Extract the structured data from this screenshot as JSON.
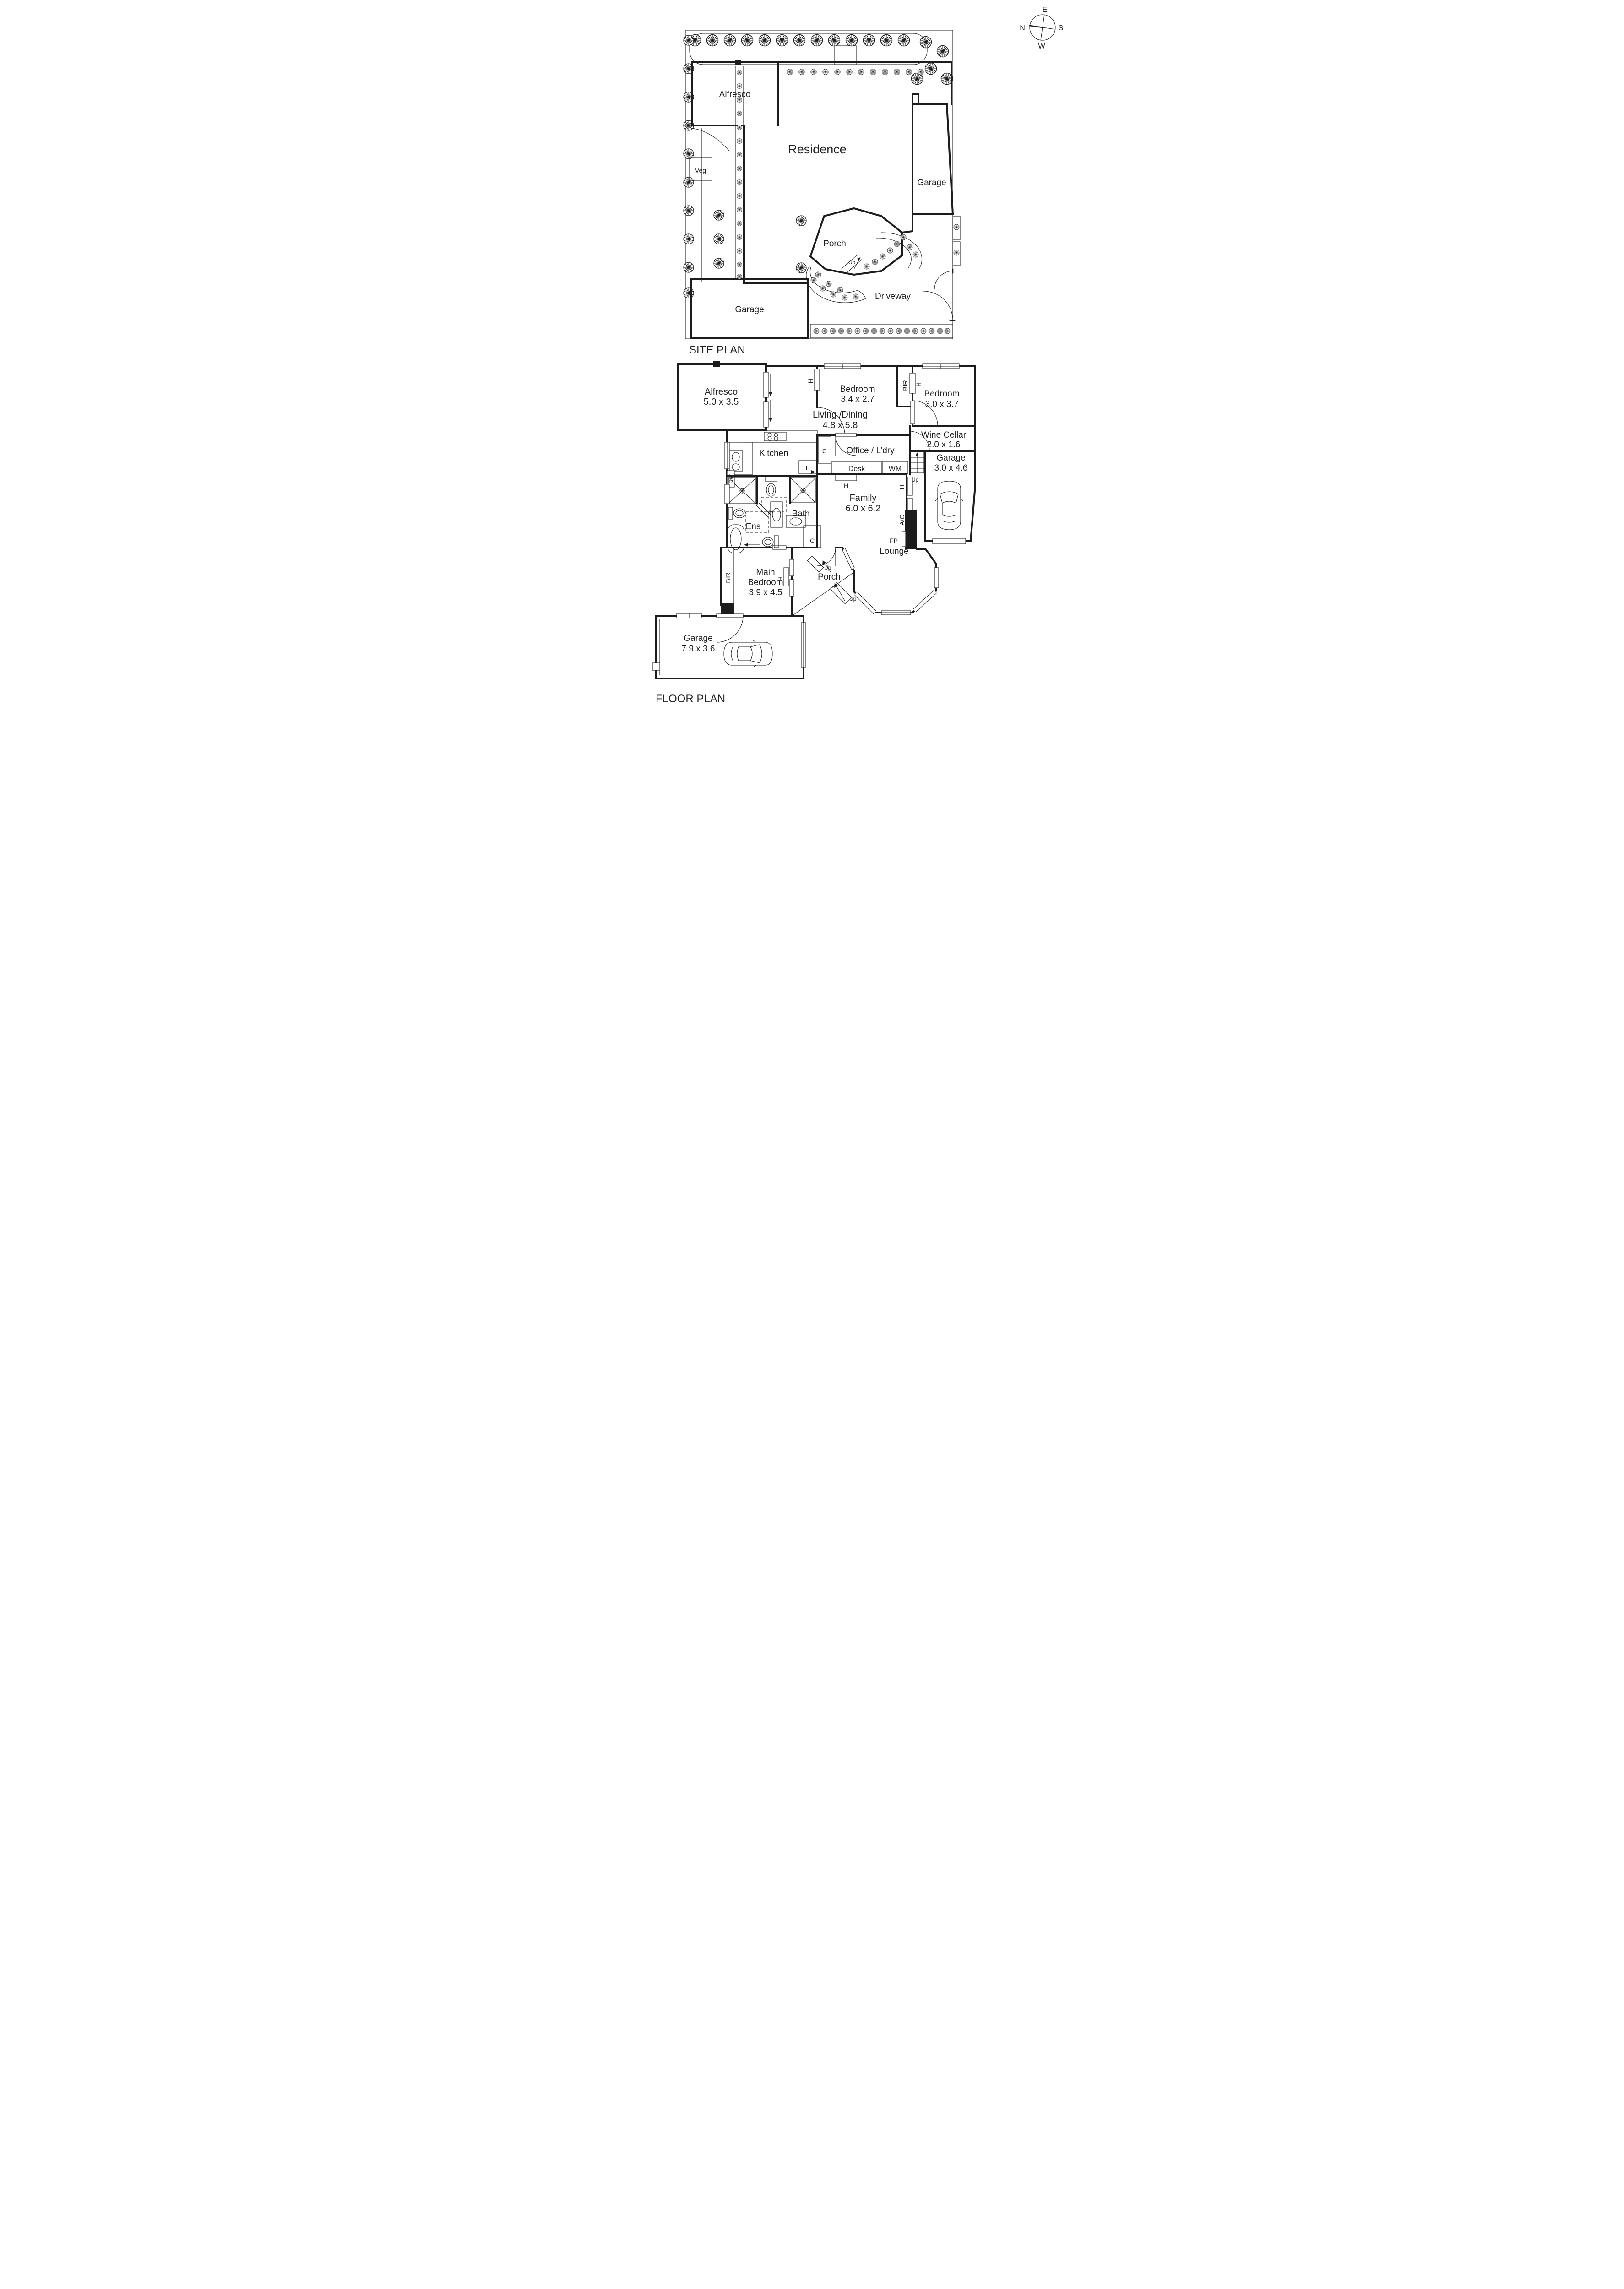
{
  "compass": {
    "n": "N",
    "e": "E",
    "s": "S",
    "w": "W"
  },
  "site_plan": {
    "title": "SITE PLAN",
    "labels": {
      "alfresco": "Alfresco",
      "residence": "Residence",
      "veg": "Veg",
      "garage_right": "Garage",
      "garage_bottom": "Garage",
      "porch": "Porch",
      "driveway": "Driveway",
      "up": "Up"
    }
  },
  "floor_plan": {
    "title": "FLOOR PLAN",
    "rooms": [
      {
        "name": "Alfresco",
        "dims": "5.0 x 3.5"
      },
      {
        "name": "Living /Dining",
        "dims": "4.8 x 5.8"
      },
      {
        "name": "Bedroom",
        "dims": "3.4 x 2.7"
      },
      {
        "name": "Bedroom",
        "dims": "3.0 x 3.7"
      },
      {
        "name": "Wine Cellar",
        "dims": "2.0 x 1.6"
      },
      {
        "name": "Garage",
        "dims": "3.0 x 4.6"
      },
      {
        "name": "Family",
        "dims": "6.0 x 6.2"
      },
      {
        "name1": "Main",
        "name2": "Bedroom",
        "dims": "3.9 x 4.5"
      },
      {
        "name": "Garage",
        "dims": "7.9 x 3.6"
      },
      {
        "name": "Kitchen"
      },
      {
        "name": "Office / L’dry"
      },
      {
        "name": "Lounge"
      },
      {
        "name": "Porch"
      },
      {
        "name": "Bath"
      },
      {
        "name": "Ens"
      }
    ],
    "fixtures": {
      "h": "H",
      "c": "C",
      "f": "F",
      "dw": "DW",
      "wm": "WM",
      "desk": "Desk",
      "up": "Up",
      "fp": "FP",
      "ac": "A/C",
      "bir": "BIR"
    }
  }
}
